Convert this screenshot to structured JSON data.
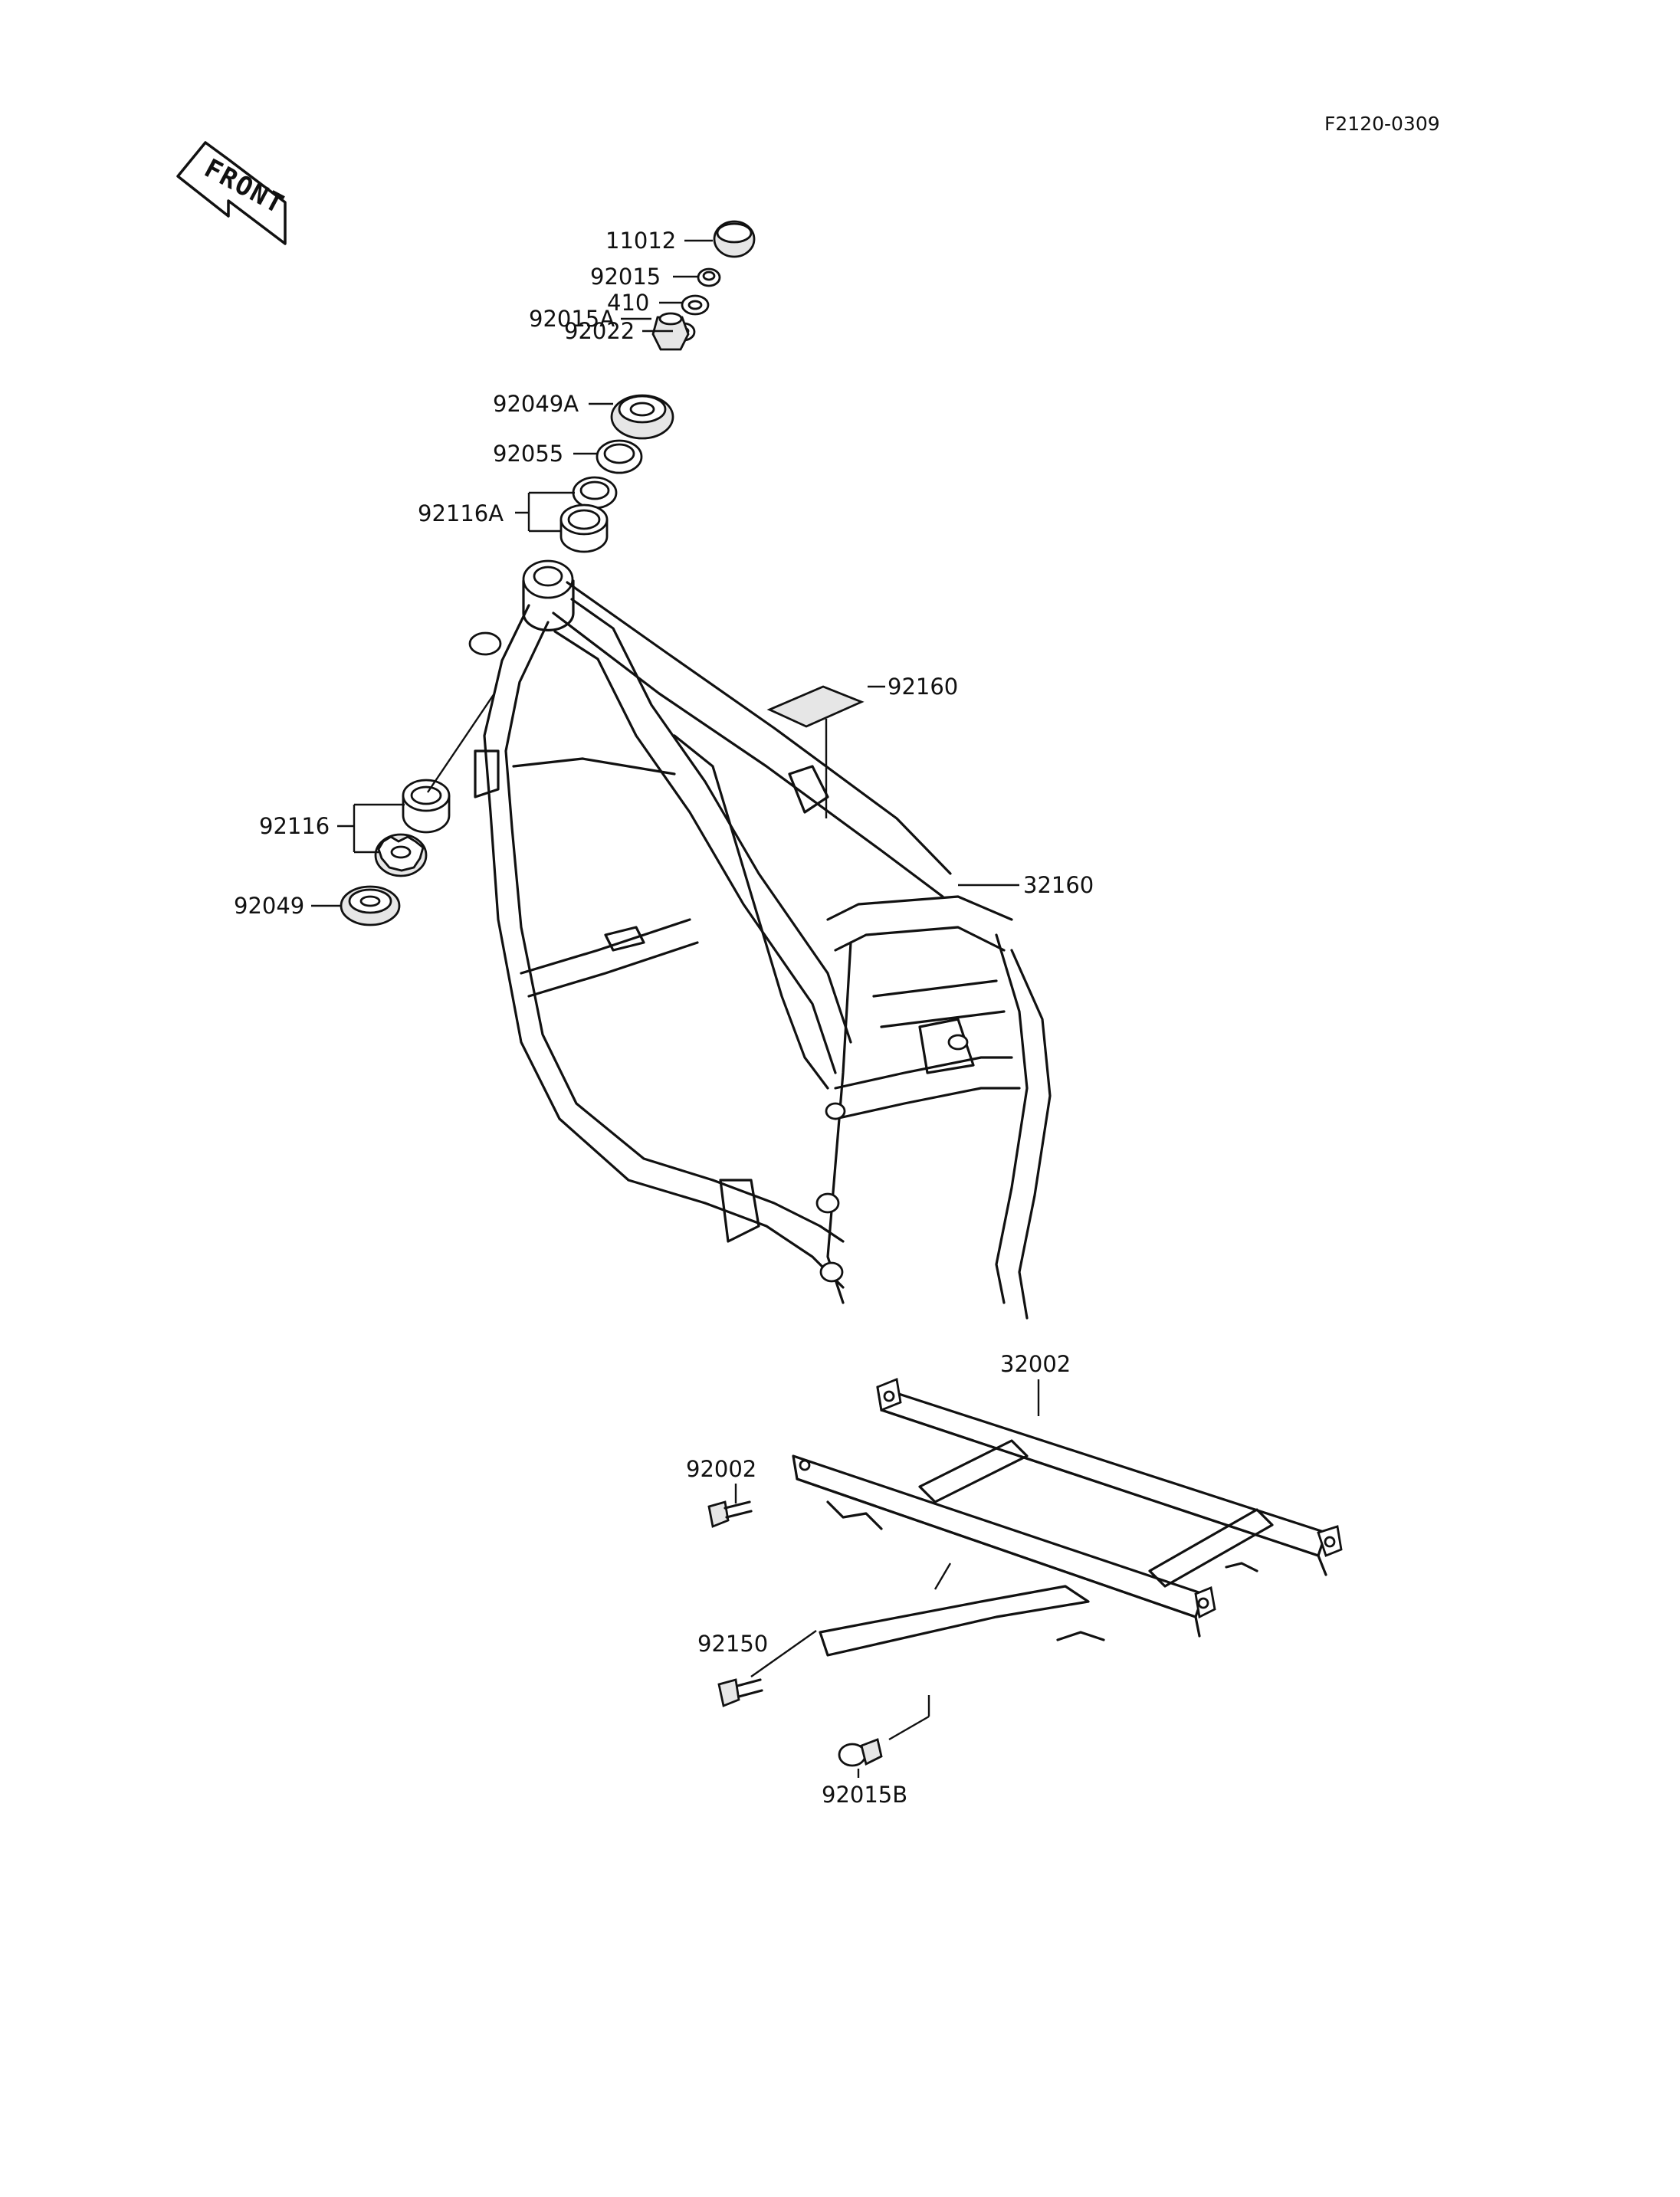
{
  "figure_id": "F2120-0309",
  "front_indicator": "FRONT",
  "part_labels": {
    "p11012": "11012",
    "p92015": "92015",
    "p410": "410",
    "p92022": "92022",
    "p92015A": "92015A",
    "p92049A": "92049A",
    "p92055": "92055",
    "p92116A": "92116A",
    "p92160": "92160",
    "p32160": "32160",
    "p92116": "92116",
    "p92049": "92049",
    "p32002": "32002",
    "p92002": "92002",
    "p92150": "92150",
    "p92015B": "92015B"
  }
}
